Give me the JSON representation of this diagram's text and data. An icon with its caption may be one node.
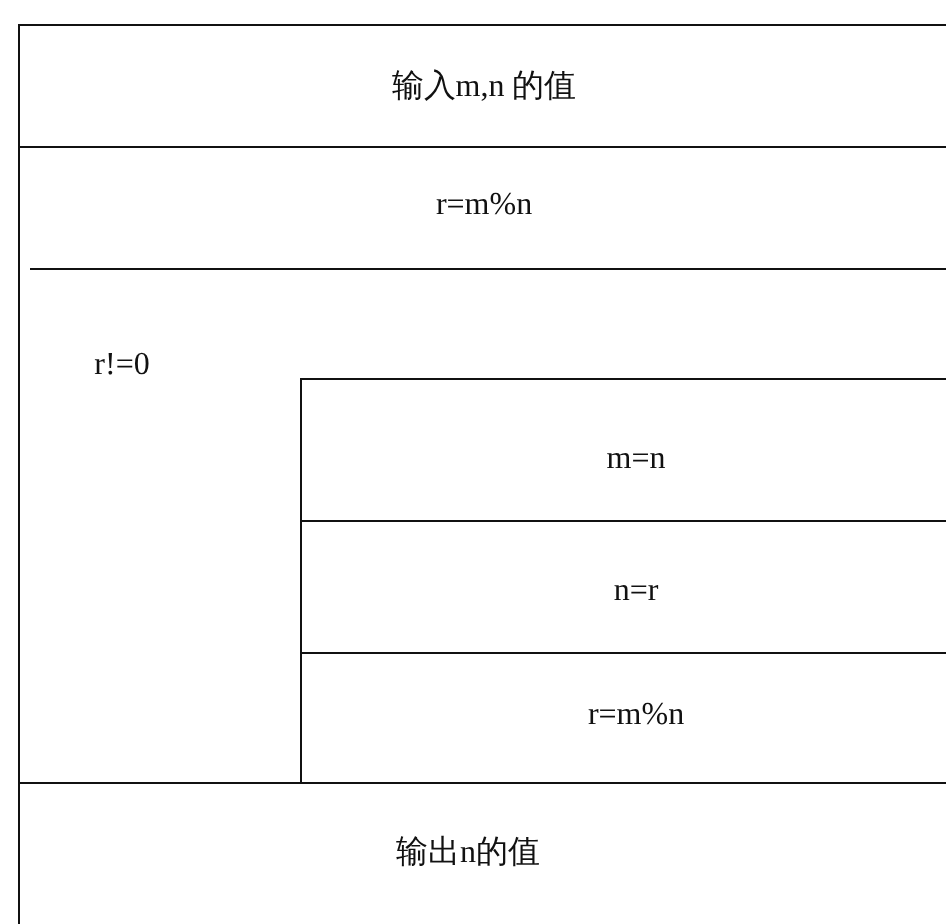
{
  "diagram": {
    "nodes": [
      {
        "text": [
          "输入m,n 的值"
        ]
      },
      {
        "text": [
          "r=m%n"
        ]
      },
      {
        "text": [
          "r!=0"
        ]
      },
      {
        "text": [
          "m=n"
        ],
        "in": 2
      },
      {
        "text": [
          "n=r"
        ],
        "in": 2
      },
      {
        "text": [
          "r=m%n"
        ],
        "in": 2
      },
      {
        "text": [
          "输出n的值"
        ]
      }
    ]
  }
}
